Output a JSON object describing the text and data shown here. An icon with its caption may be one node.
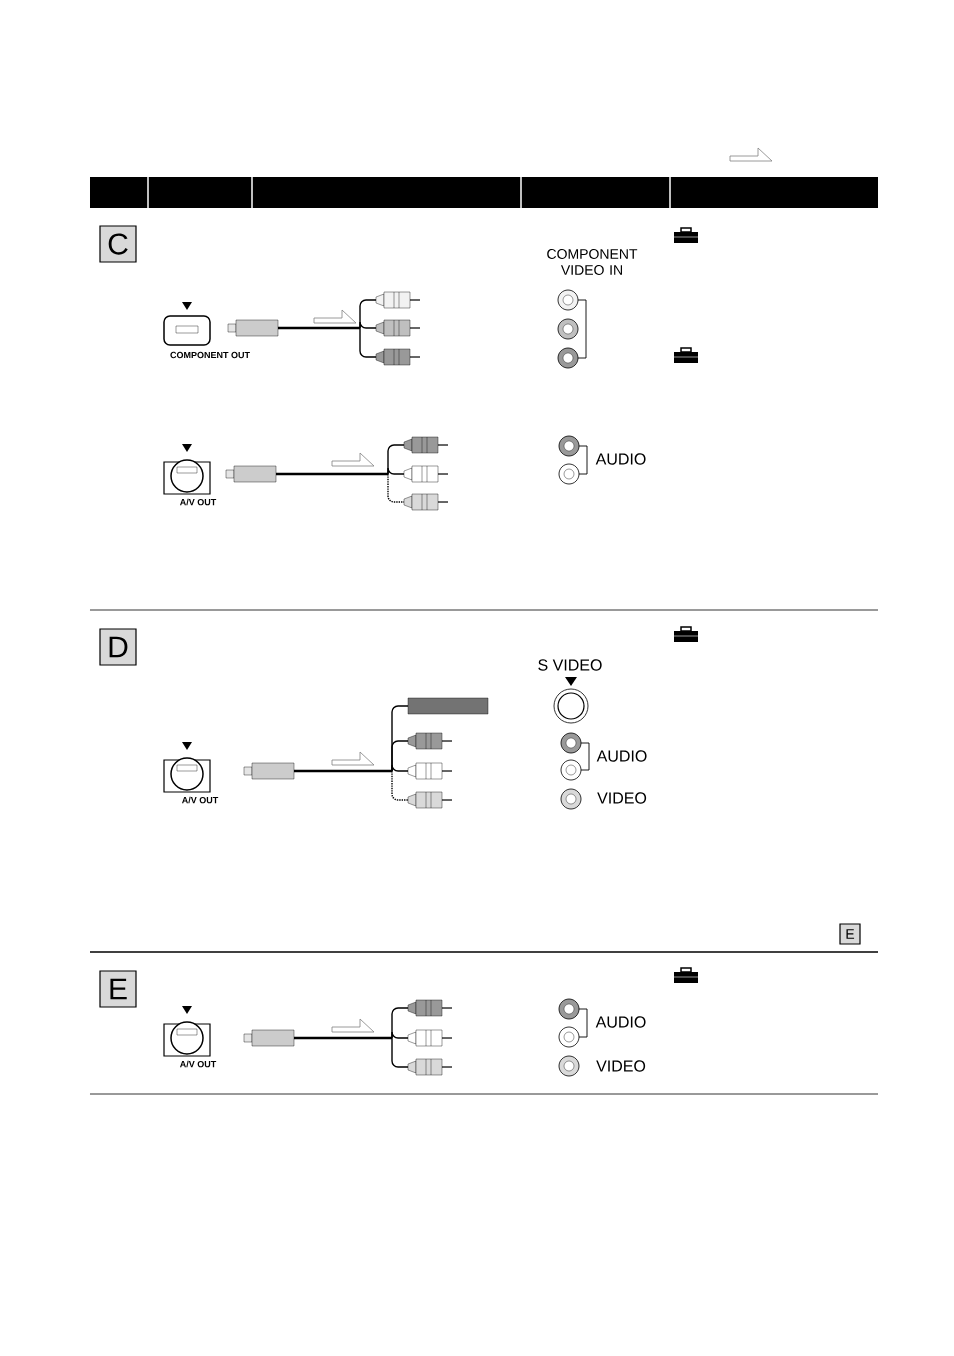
{
  "diagram": {
    "nodes": [
      {
        "text": [
          "C"
        ]
      },
      {
        "text": [
          "D"
        ]
      },
      {
        "text": [
          "E"
        ]
      },
      {
        "text": [
          "E"
        ]
      }
    ],
    "labels": [
      "COMPONENT VIDEO IN",
      "COMPONENT OUT",
      "AUDIO",
      "A/V OUT",
      "S VIDEO",
      "AUDIO",
      "VIDEO",
      "A/V OUT",
      "AUDIO",
      "A/V OUT",
      "VIDEO"
    ]
  }
}
